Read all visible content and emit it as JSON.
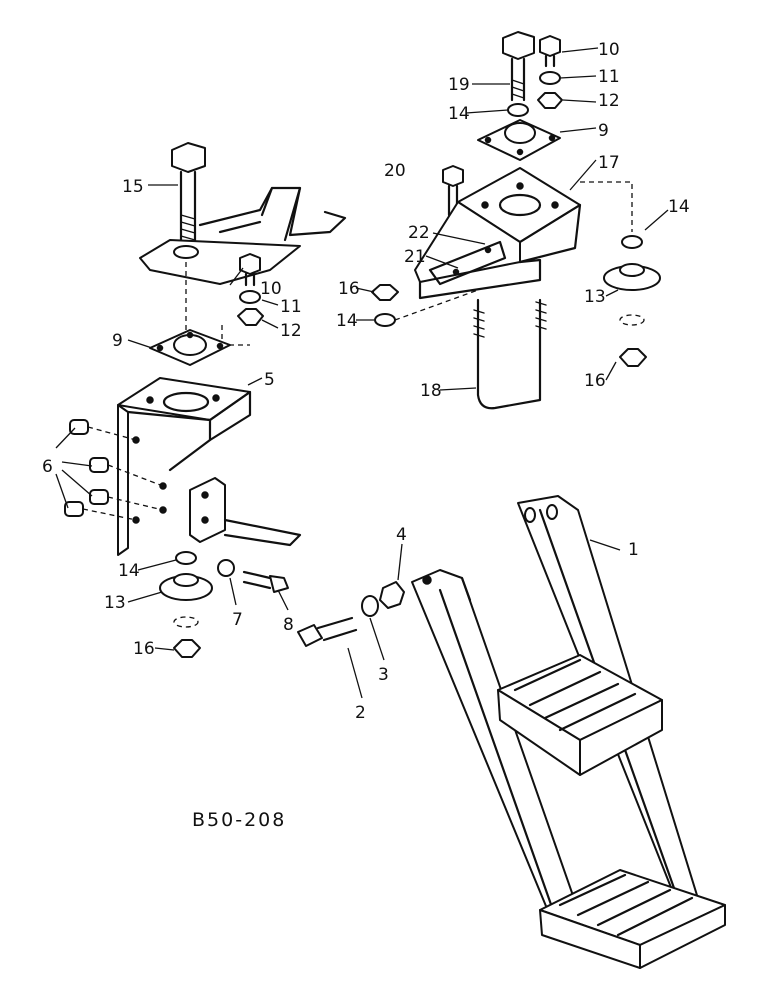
{
  "drawing_code": "B50-208",
  "callouts": [
    "1",
    "2",
    "3",
    "4",
    "5",
    "6",
    "7",
    "8",
    "9",
    "9",
    "10",
    "10",
    "11",
    "11",
    "12",
    "12",
    "13",
    "13",
    "14",
    "14",
    "14",
    "14",
    "15",
    "16",
    "16",
    "16",
    "17",
    "18",
    "19",
    "20",
    "21",
    "22"
  ],
  "colors": {
    "ink": "#111111",
    "paper": "#ffffff"
  }
}
